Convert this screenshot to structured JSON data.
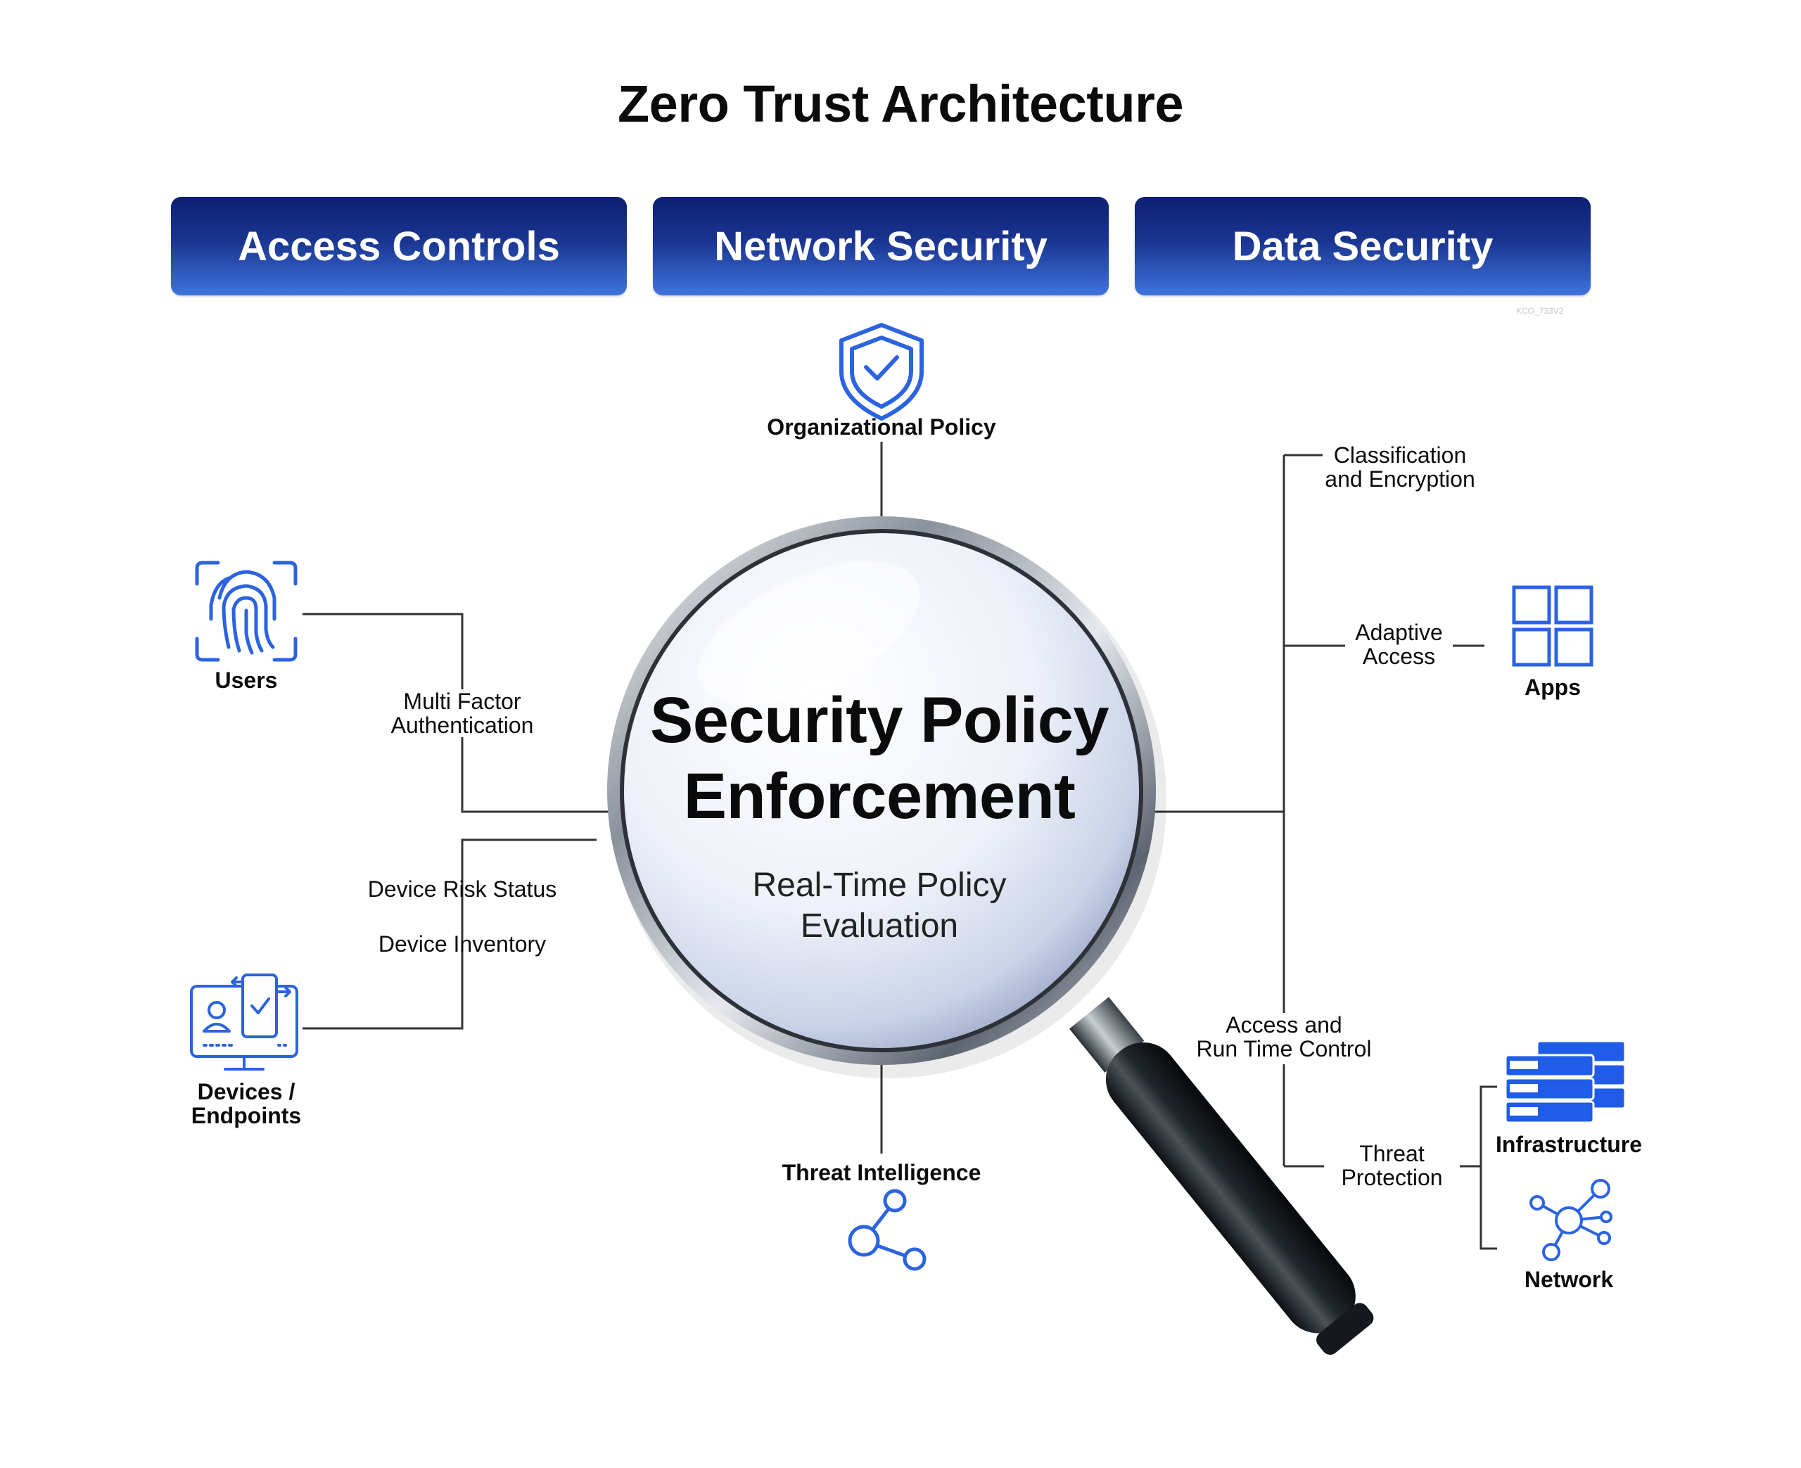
{
  "title": "Zero Trust Architecture",
  "header_pills": [
    "Access Controls",
    "Network Security",
    "Data Security"
  ],
  "watermark": "KCO_733V2",
  "center": {
    "title_line1": "Security Policy",
    "title_line2": "Enforcement",
    "subtitle_line1": "Real-Time Policy",
    "subtitle_line2": "Evaluation"
  },
  "top_node": {
    "label": "Organizational Policy",
    "icon": "shield-check-icon"
  },
  "bottom_node": {
    "label": "Threat Intelligence",
    "icon": "share-nodes-icon"
  },
  "left": {
    "users": {
      "label": "Users",
      "icon": "fingerprint-icon"
    },
    "devices": {
      "label_line1": "Devices /",
      "label_line2": "Endpoints",
      "icon": "devices-endpoints-icon"
    },
    "mfa": {
      "line1": "Multi Factor",
      "line2": "Authentication"
    },
    "device_risk": "Device Risk Status",
    "device_inventory": "Device Inventory"
  },
  "right": {
    "classification": {
      "line1": "Classification",
      "line2": "and Encryption"
    },
    "adaptive": {
      "line1": "Adaptive",
      "line2": "Access"
    },
    "apps": {
      "label": "Apps",
      "icon": "apps-grid-icon"
    },
    "access_runtime": {
      "line1": "Access and",
      "line2": "Run Time Control"
    },
    "threat_protection": {
      "line1": "Threat",
      "line2": "Protection"
    },
    "infrastructure": {
      "label": "Infrastructure",
      "icon": "server-stack-icon"
    },
    "network": {
      "label": "Network",
      "icon": "network-hub-icon"
    }
  },
  "colors": {
    "accent_blue": "#2b63e0",
    "pill_dark": "#0d1f73",
    "pill_light": "#3f74df",
    "line": "#333333",
    "handle": "#1e2226"
  }
}
